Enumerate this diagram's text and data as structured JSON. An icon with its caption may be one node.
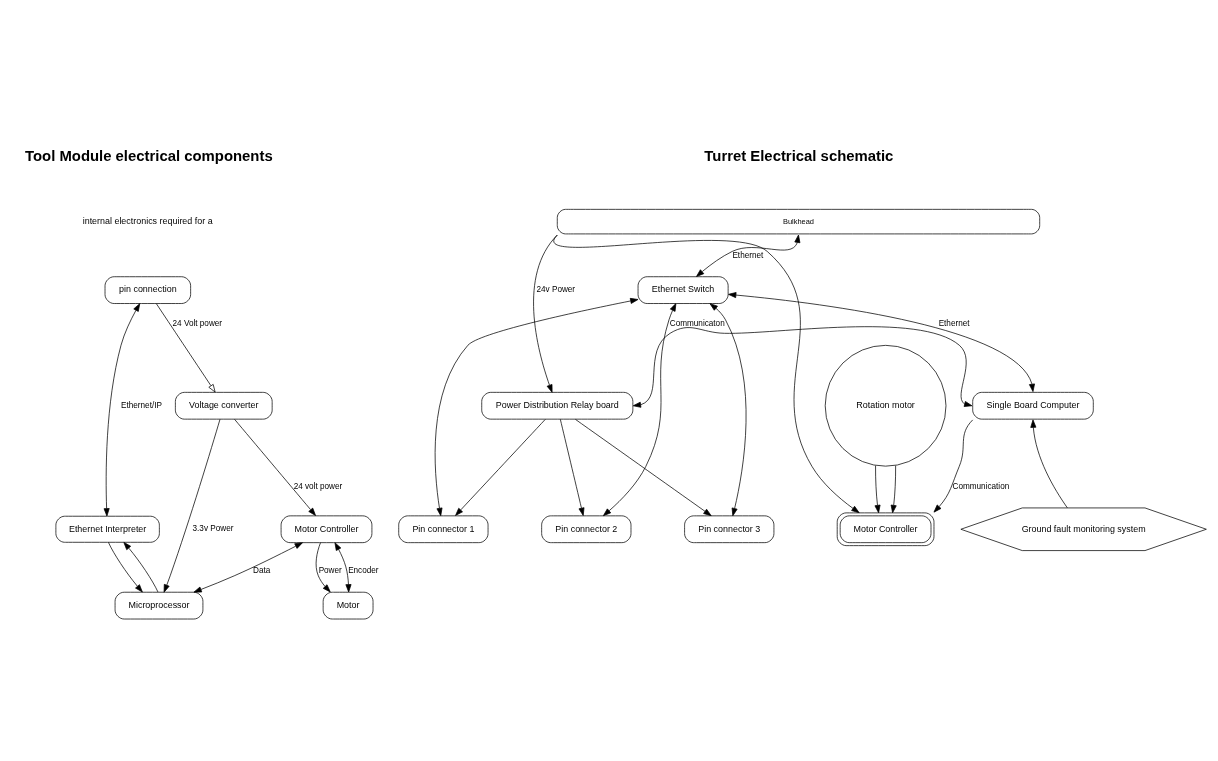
{
  "diagram": {
    "nodes": [
      {
        "text": [
          "pin connection"
        ]
      },
      {
        "text": [
          "Ethernet Interpreter"
        ]
      },
      {
        "text": [
          "Voltage converter"
        ]
      },
      {
        "text": [
          "Microprocessor"
        ]
      },
      {
        "text": [
          "Motor Controller"
        ]
      },
      {
        "text": [
          "Motor"
        ]
      },
      {
        "text": [
          "Bulkhead"
        ]
      },
      {
        "text": [
          "Ethernet Switch"
        ]
      },
      {
        "text": [
          "Power Distribution Relay board"
        ]
      },
      {
        "text": [
          "Single Board Computer"
        ]
      },
      {
        "text": [
          "Motor Controller"
        ]
      },
      {
        "text": [
          "Rotation motor"
        ]
      },
      {
        "text": [
          "Ground fault monitoring system"
        ]
      },
      {
        "text": [
          "Pin connector 1"
        ]
      },
      {
        "text": [
          "Pin connector 2"
        ]
      },
      {
        "text": [
          "Pin connector 3"
        ]
      }
    ],
    "edges": [
      {
        "from": 0,
        "to": 2,
        "arrow": "to",
        "label": "24 Volt power"
      },
      {
        "from": 0,
        "to": 1,
        "arrow": "both",
        "label": "Ethernet/IP"
      },
      {
        "from": 2,
        "to": 3,
        "arrow": "to",
        "label": "3.3v Power"
      },
      {
        "from": 3,
        "to": 1,
        "arrow": "to"
      },
      {
        "from": 1,
        "to": 3,
        "arrow": "to"
      },
      {
        "from": 2,
        "to": 4,
        "arrow": "to",
        "label": "24 volt power"
      },
      {
        "from": 4,
        "to": 3,
        "arrow": "both",
        "label": "Data"
      },
      {
        "from": 4,
        "to": 5,
        "arrow": "to",
        "label": "Power"
      },
      {
        "from": 4,
        "to": 5,
        "arrow": "both",
        "label": "Encoder"
      },
      {
        "from": 6,
        "to": 7,
        "arrow": "both",
        "label": "Ethernet"
      },
      {
        "from": 6,
        "to": 8,
        "arrow": "to",
        "label": "24v Power"
      },
      {
        "from": 6,
        "to": 10,
        "arrow": "to"
      },
      {
        "from": 7,
        "to": 9,
        "arrow": "both",
        "label": "Ethernet"
      },
      {
        "from": 8,
        "to": 9,
        "arrow": "both",
        "label": "Communicaton"
      },
      {
        "from": 9,
        "to": 10,
        "arrow": "to",
        "label": "Communication"
      },
      {
        "from": 11,
        "to": 10,
        "arrow": "to"
      },
      {
        "from": 11,
        "to": 10,
        "arrow": "to"
      },
      {
        "from": 12,
        "to": 9,
        "arrow": "to"
      },
      {
        "from": 8,
        "to": 13,
        "arrow": "to"
      },
      {
        "from": 8,
        "to": 14,
        "arrow": "to"
      },
      {
        "from": 8,
        "to": 15,
        "arrow": "to"
      },
      {
        "from": 7,
        "to": 13,
        "arrow": "both"
      },
      {
        "from": 7,
        "to": 14,
        "arrow": "both"
      },
      {
        "from": 7,
        "to": 15,
        "arrow": "both"
      }
    ],
    "labels": [
      "Tool Module electrical components",
      "internal electronics required for a",
      "Turret Electrical schematic"
    ]
  }
}
